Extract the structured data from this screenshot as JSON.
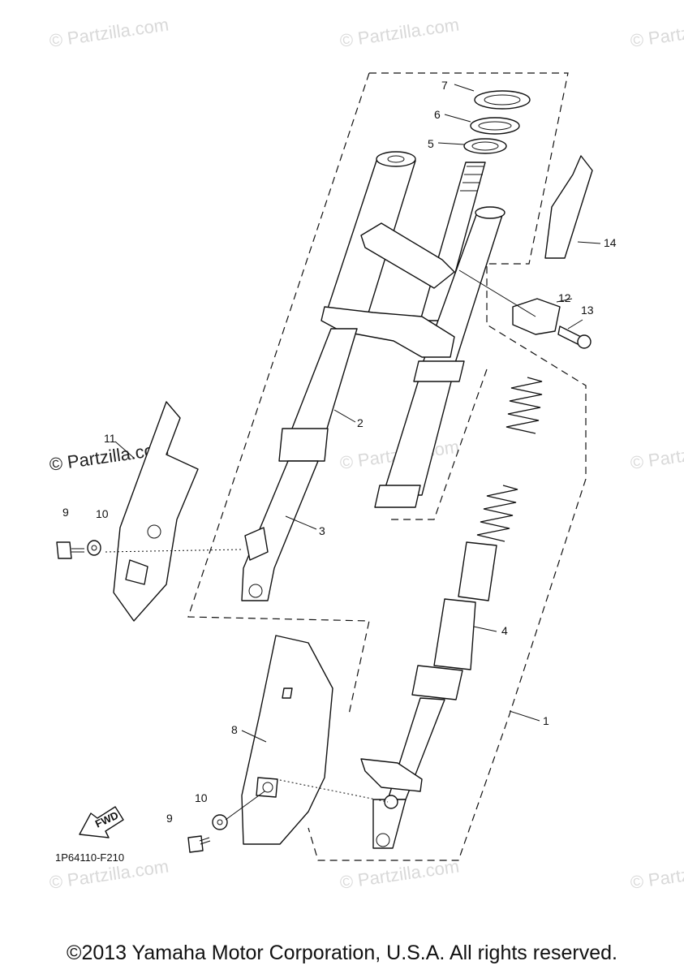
{
  "watermark": "© Partzilla.com",
  "diagram_code": "1P64110-F210",
  "fwd_label": "FWD",
  "callouts": [
    "1",
    "2",
    "3",
    "4",
    "5",
    "6",
    "7",
    "8",
    "9",
    "10",
    "11",
    "12",
    "13",
    "14"
  ],
  "callout_9b": "9",
  "callout_10b": "10",
  "copyright": "©2013 Yamaha Motor Corporation, U.S.A. All rights reserved."
}
